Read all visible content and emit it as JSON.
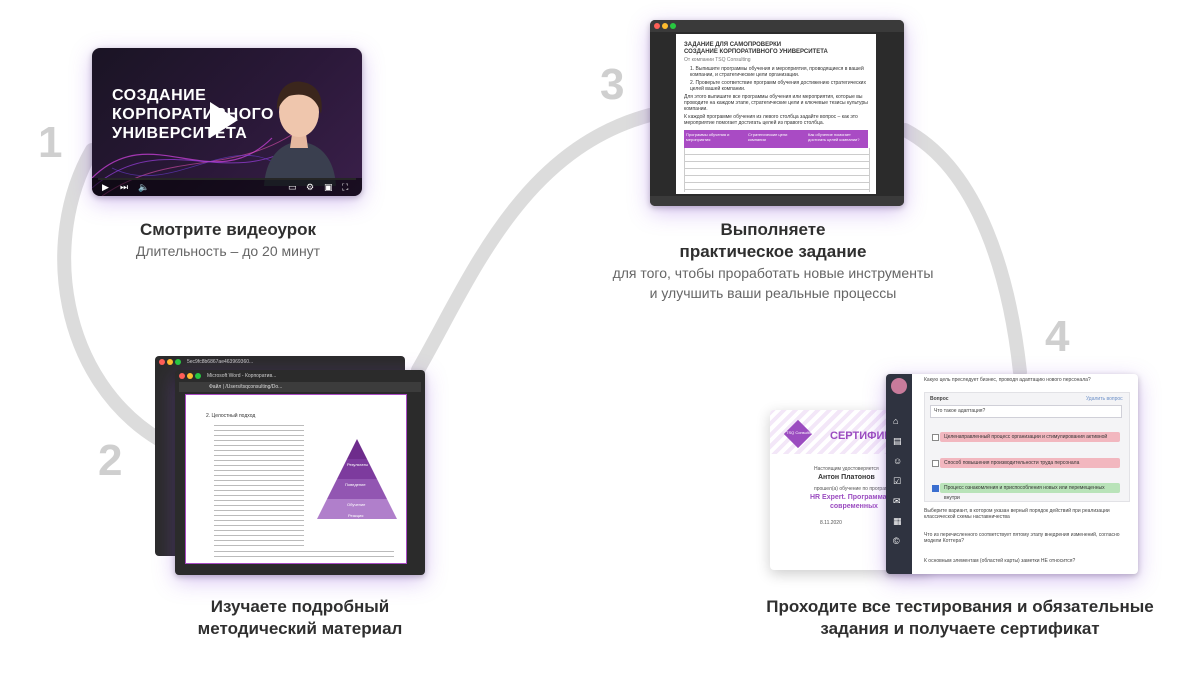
{
  "steps": [
    {
      "number": "1",
      "title": "Смотрите видеоурок",
      "subtitle": "Длительность – до 20 минут"
    },
    {
      "number": "2",
      "title_line1": "Изучаете подробный",
      "title_line2": "методический материал"
    },
    {
      "number": "3",
      "title_line1": "Выполняете",
      "title_line2": "практическое задание",
      "subtitle_line1": "для того, чтобы проработать новые инструменты",
      "subtitle_line2": "и улучшить ваши реальные процессы"
    },
    {
      "number": "4",
      "title_line1": "Проходите все тестирования и обязательные",
      "title_line2": "задания и получаете сертификат"
    }
  ],
  "video": {
    "title_line1": "СОЗДАНИЕ",
    "title_line2": "КОРПОРАТИВНОГО",
    "title_line3": "УНИВЕРСИТЕТА",
    "progress": 0.0
  },
  "doc3": {
    "heading_line1": "ЗАДАНИЕ ДЛЯ САМОПРОВЕРКИ",
    "heading_line2": "СОЗДАНИЕ КОРПОРАТИВНОГО УНИВЕРСИТЕТА",
    "company": "От компании TSQ Consulting",
    "item1": "1. Выпишите программы обучения и мероприятия, проводящиеся в вашей компании, и стратегические цели организации.",
    "item2": "2. Проверьте соответствие программ обучения достижению стратегических целей вашей компании.",
    "para1": "Для этого выпишите все программы обучения или мероприятия, которые вы проводите на каждом этапе, стратегические цели и ключевые тезисы культуры компании.",
    "para2": "К каждой программе обучения из левого столбца задайте вопрос – как это мероприятие помогает достигать целей из правого столбца.",
    "col1": "Программы обучения и мероприятия",
    "col2": "Стратегические цели компании",
    "col3": "Как обучение помогает достигать целей компании?"
  },
  "doc2": {
    "tab1": "5ec9fc8b6867ae463969360...",
    "tab2": "Microsoft Word - Корпоратив...",
    "url": "Файл | /Users/tsqconsulting/Do...",
    "pyramid_labels": [
      "Результаты",
      "Поведение",
      "Обучение",
      "Реакция"
    ],
    "heading": "2. Целостный подход"
  },
  "test4": {
    "q1": "Какую цель преследует бизнес, проводя адаптацию нового персонала?",
    "question_label": "Вопрос",
    "delete_link": "Удалить вопрос",
    "question_text": "Что такое адаптация?",
    "answer1": "Целенаправленный процесс организации и стимулирования активной",
    "answer2": "Способ повышения производительности труда персонала",
    "answer3": "Процесс ознакомления и приспособления новых или перемещенных внутри",
    "q2": "Выберите вариант, в котором указан верный порядок действий при реализации классической схемы наставничества",
    "q3": "Что из перечисленного соответствует пятому этапу внедрения изменений, согласно модели Коттера?",
    "q4": "К основным элементам (областей карты) заметки НЕ относится?"
  },
  "cert": {
    "title": "СЕРТИФИКАТ",
    "line1": "Настоящим удостоверяется",
    "name": "Антон Платонов",
    "line2": "прошел(а) обучение по программе",
    "program": "HR Expert. Программа",
    "program2": "современных",
    "date": "8.11.2020",
    "logo": "TSQ Consulting"
  },
  "colors": {
    "accent": "#8e3fbf",
    "path": "#dcdcdc",
    "step_number": "#cfcfcf"
  }
}
